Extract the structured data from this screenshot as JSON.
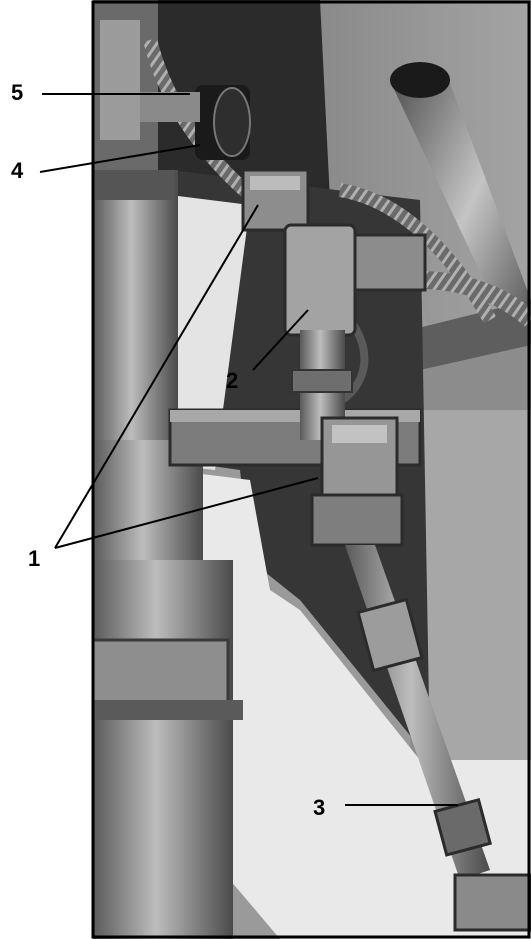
{
  "callouts": {
    "c1": "1",
    "c2": "2",
    "c3": "3",
    "c4": "4",
    "c5": "5"
  },
  "colors": {
    "background": "#ffffff",
    "photo_dark": "#1e1e1e",
    "photo_mid": "#7a7a7a",
    "photo_light": "#c8c8c8"
  }
}
